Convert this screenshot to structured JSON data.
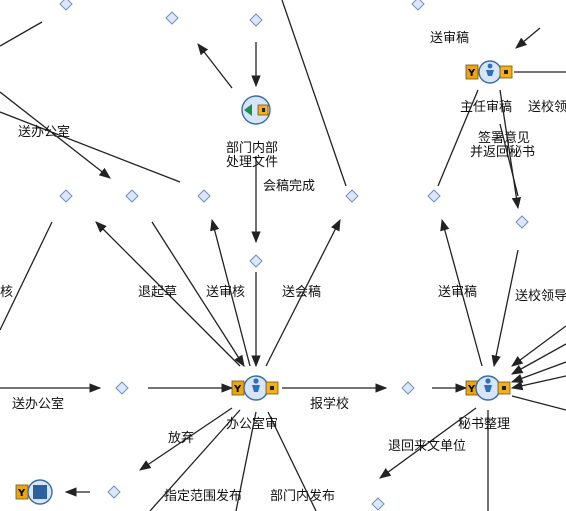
{
  "labels": {
    "l_dept_internal": "部门内部",
    "l_process_file": "处理文件",
    "l_meeting_done": "会稿完成",
    "l_to_office_top": "送办公室",
    "l_send_draft_top": "送审稿",
    "l_director_review": "主任审稿",
    "l_to_school_top": "送校领",
    "l_sign_opinion": "签署意见",
    "l_return_secretary": "并返回秘书",
    "l_review_left_cut": "核",
    "l_return_draft": "退起草",
    "l_send_review": "送审核",
    "l_send_meeting": "送会稿",
    "l_send_draft_right": "送审稿",
    "l_to_school_right": "送校领导",
    "l_to_office_bottom": "送办公室",
    "l_office_review": "办公室审",
    "l_report_school": "报学校",
    "l_secretary": "秘书整理",
    "l_abandon": "放弃",
    "l_return_unit": "退回来文单位",
    "l_scope_publish": "指定范围发布",
    "l_dept_publish": "部门内发布"
  },
  "icons": {
    "workflow_task": "person-task-icon",
    "subprocess": "subprocess-icon",
    "gateway": "diamond-connector-icon"
  },
  "colors": {
    "diamond_fill": "#dde7f6",
    "diamond_stroke": "#6d8fc7",
    "tile_yellow": "#e8a617",
    "person_blue": "#2d6fbd",
    "edge": "#222222"
  }
}
